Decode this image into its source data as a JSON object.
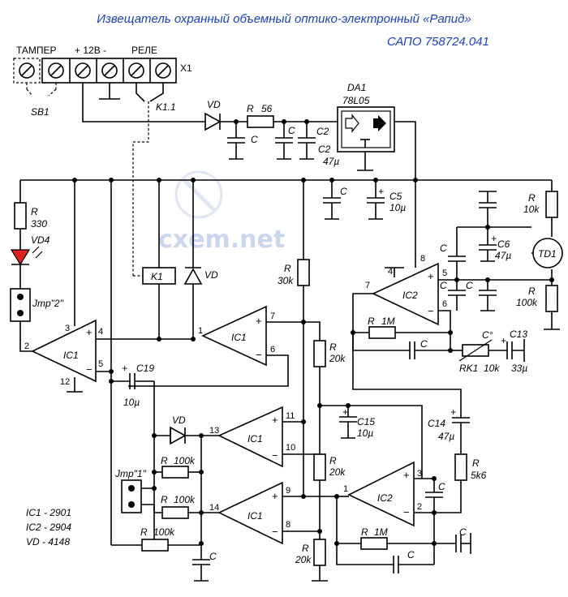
{
  "title": {
    "line1": "Извещатель охранный объемный оптико-электронный «Рапид»",
    "line2": "САПО 758724.041",
    "color": "#1a3fbf"
  },
  "watermark": "cxem.net",
  "connector": {
    "tamper": "ТАМПЕР",
    "power": "+ 12В -",
    "relay": "РЕЛЕ",
    "ref": "X1",
    "switch": "SB1"
  },
  "parts_list": [
    "IC1 - 2901",
    "IC2 - 2904",
    "VD - 4148"
  ],
  "labels": {
    "VD_top": "VD",
    "K1_1": "K1.1",
    "R56_r": "R",
    "R56_v": "56",
    "C_a": "C",
    "C_b": "C",
    "C2_n": "C2",
    "C2_v": "47µ",
    "DA1": "DA1",
    "DA1_type": "78L05",
    "R330_r": "R",
    "R330_v": "330",
    "VD4": "VD4",
    "Jmp2": "Jmp\"2\"",
    "C_mid": "C",
    "C5": "C5",
    "C5_v": "10µ",
    "K1": "K1",
    "VD_k1": "VD",
    "R30k_r": "R",
    "R30k_v": "30k",
    "R10k_r": "R",
    "R10k_v": "10k",
    "C_r1": "C",
    "C6": "C6",
    "C6_v": "47µ",
    "TD1": "TD1",
    "C_r2": "C",
    "C_r3": "C",
    "R100k_r": "R",
    "R100k_v": "100k",
    "IC2_top": "IC2",
    "R1M_a_r": "R",
    "R1M_a_v": "1M",
    "C_fb": "C",
    "RK1": "RK1",
    "RK1_v": "10k",
    "Cdeg": "C°",
    "C13": "C13",
    "C13_v": "33µ",
    "IC1_a": "IC1",
    "IC1_b": "IC1",
    "IC1_c": "IC1",
    "IC1_d": "IC1",
    "R20k_a_r": "R",
    "R20k_a_v": "20k",
    "C19": "C19",
    "C19_v": "10µ",
    "C15": "C15",
    "C15_v": "10µ",
    "C14": "C14",
    "C14_v": "47µ",
    "R5k6_r": "R",
    "R5k6_v": "5k6",
    "VD_bot": "VD",
    "Jmp1": "Jmp\"1\"",
    "R100k_1_r": "R",
    "R100k_1_v": "100k",
    "R100k_2_r": "R",
    "R100k_2_v": "100k",
    "R100k_3_r": "R",
    "R100k_3_v": "100k",
    "R20k_b_r": "R",
    "R20k_b_v": "20k",
    "R20k_c_r": "R",
    "R20k_c_v": "20k",
    "IC2_bot": "IC2",
    "R1M_b_r": "R",
    "R1M_b_v": "1M",
    "C_b1": "C",
    "C_b2": "C",
    "C_b3": "C",
    "C_b4": "C"
  },
  "pins": {
    "p3": "3",
    "p4": "4",
    "p2": "2",
    "p5": "5",
    "p12": "12",
    "p1a": "1",
    "p7a": "7",
    "p6a": "6",
    "p8": "8",
    "p4b": "4",
    "p5b": "5",
    "p6b": "6",
    "p7b": "7",
    "p11": "11",
    "p10": "10",
    "p13": "13",
    "p9": "9",
    "p8b": "8",
    "p14": "14",
    "p3b": "3",
    "p2b": "2",
    "p1b": "1"
  }
}
